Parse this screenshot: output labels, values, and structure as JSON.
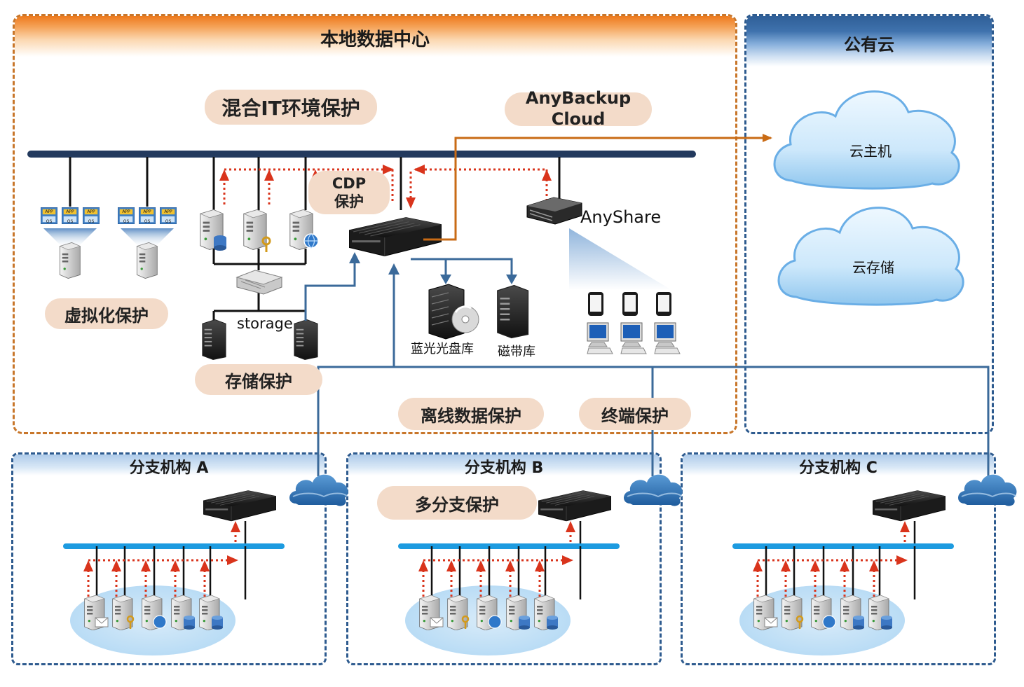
{
  "colors": {
    "datacenter_border": "#c8762a",
    "cloud_border": "#2e5b8f",
    "replication_arrow": "#d9341c",
    "cloud_link": "#c96b15",
    "network_line": "#3b6a9a",
    "pill_fill": "#f3dbc9"
  },
  "datacenter": {
    "title": "本地数据中心",
    "hybrid_label": "混合IT环境保护",
    "anybackup_line1": "AnyBackup",
    "anybackup_line2": "Cloud",
    "cdp_line1": "CDP",
    "cdp_line2": "保护",
    "virtualization_label": "虚拟化保护",
    "storage_text": "storage",
    "storage_label": "存储保护",
    "bluray_label": "蓝光光盘库",
    "tape_label": "磁带库",
    "anyshare_label": "AnyShare",
    "offline_label": "离线数据保护",
    "endpoint_label": "终端保护",
    "vm_chip_top": "APP",
    "vm_chip_bottom": "OS"
  },
  "public_cloud": {
    "title": "公有云",
    "cloud_host": "云主机",
    "cloud_storage": "云存储"
  },
  "branches": {
    "a_title": "分支机构 A",
    "b_title": "分支机构 B",
    "c_title": "分支机构 C",
    "multi_branch_label": "多分支保护"
  },
  "icons": [
    "vm-server-icon",
    "server-database-icon",
    "server-key-icon",
    "server-globe-icon",
    "storage-switch-icon",
    "storage-tower-icon",
    "backup-appliance-icon",
    "bluray-library-icon",
    "tape-library-icon",
    "rack-server-icon",
    "smartphone-icon",
    "desktop-pc-icon",
    "cloud-icon",
    "server-mail-icon"
  ]
}
